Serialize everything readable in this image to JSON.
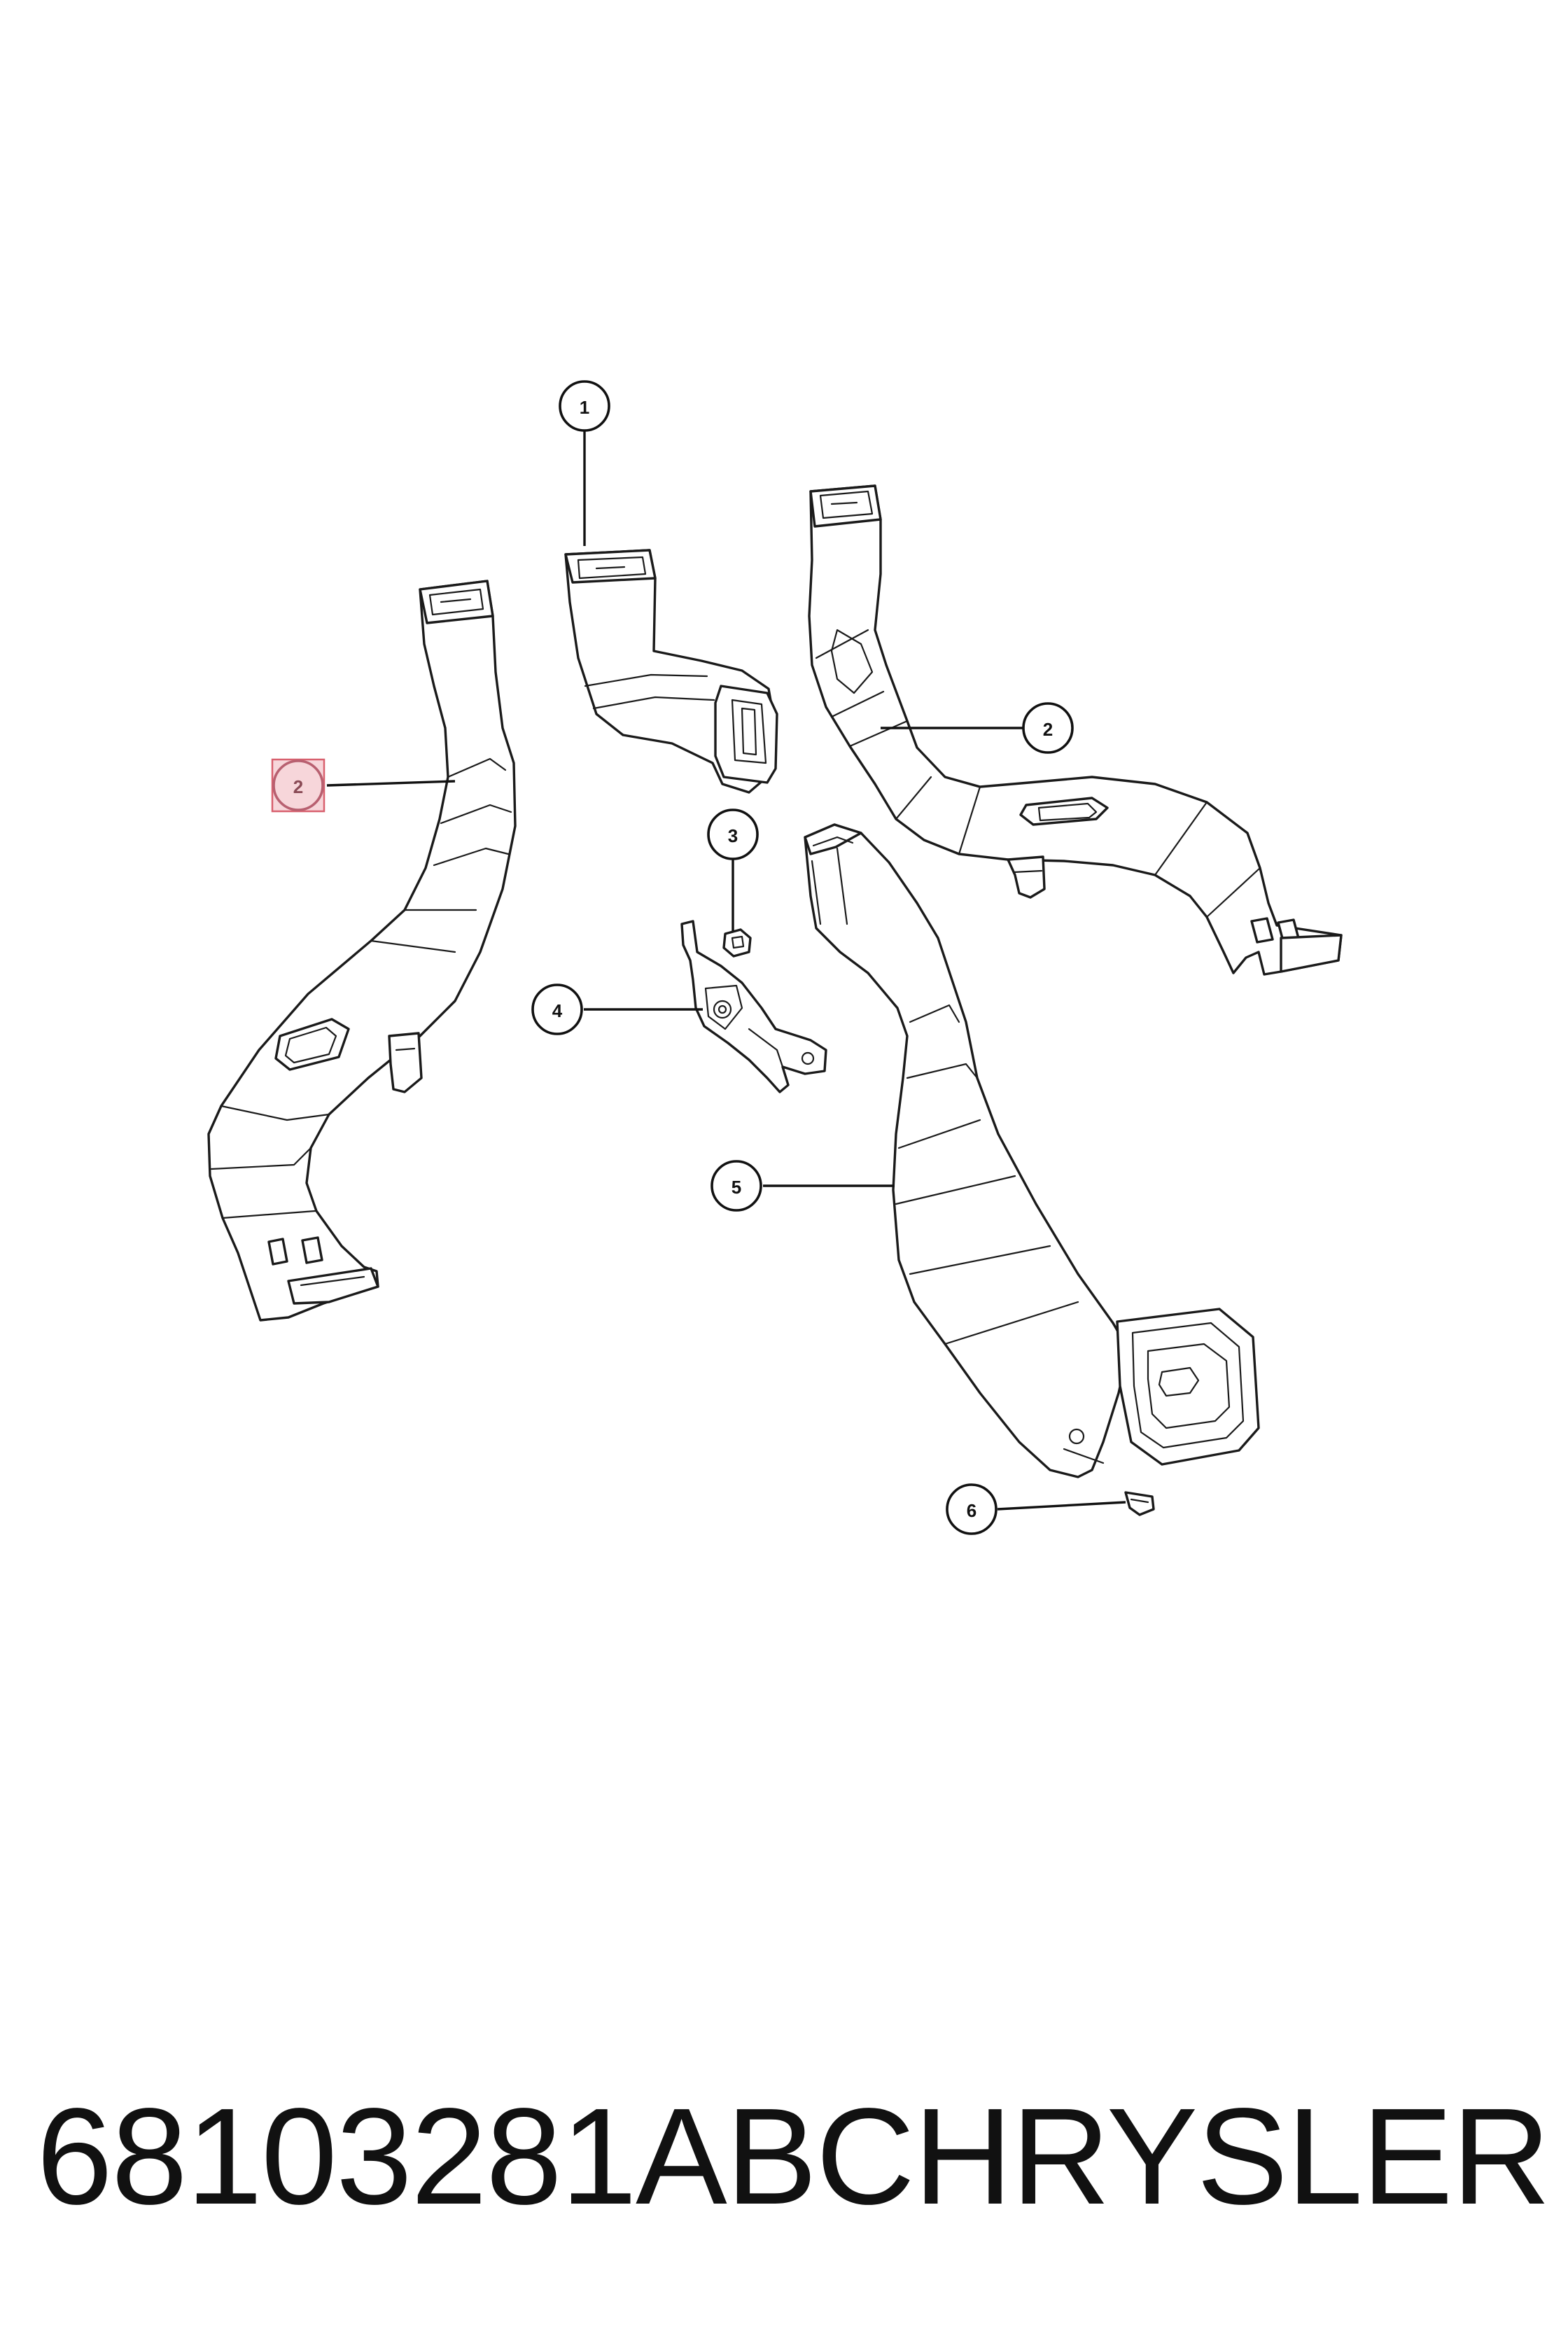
{
  "callouts": {
    "c1": "1",
    "c2_left": "2",
    "c2_right": "2",
    "c3": "3",
    "c4": "4",
    "c5": "5",
    "c6": "6"
  },
  "footer": {
    "part_number": "68103281AB",
    "brand": "CHRYSLER"
  },
  "colors": {
    "line": "#1a1a1a",
    "highlight": "#d8606e"
  }
}
